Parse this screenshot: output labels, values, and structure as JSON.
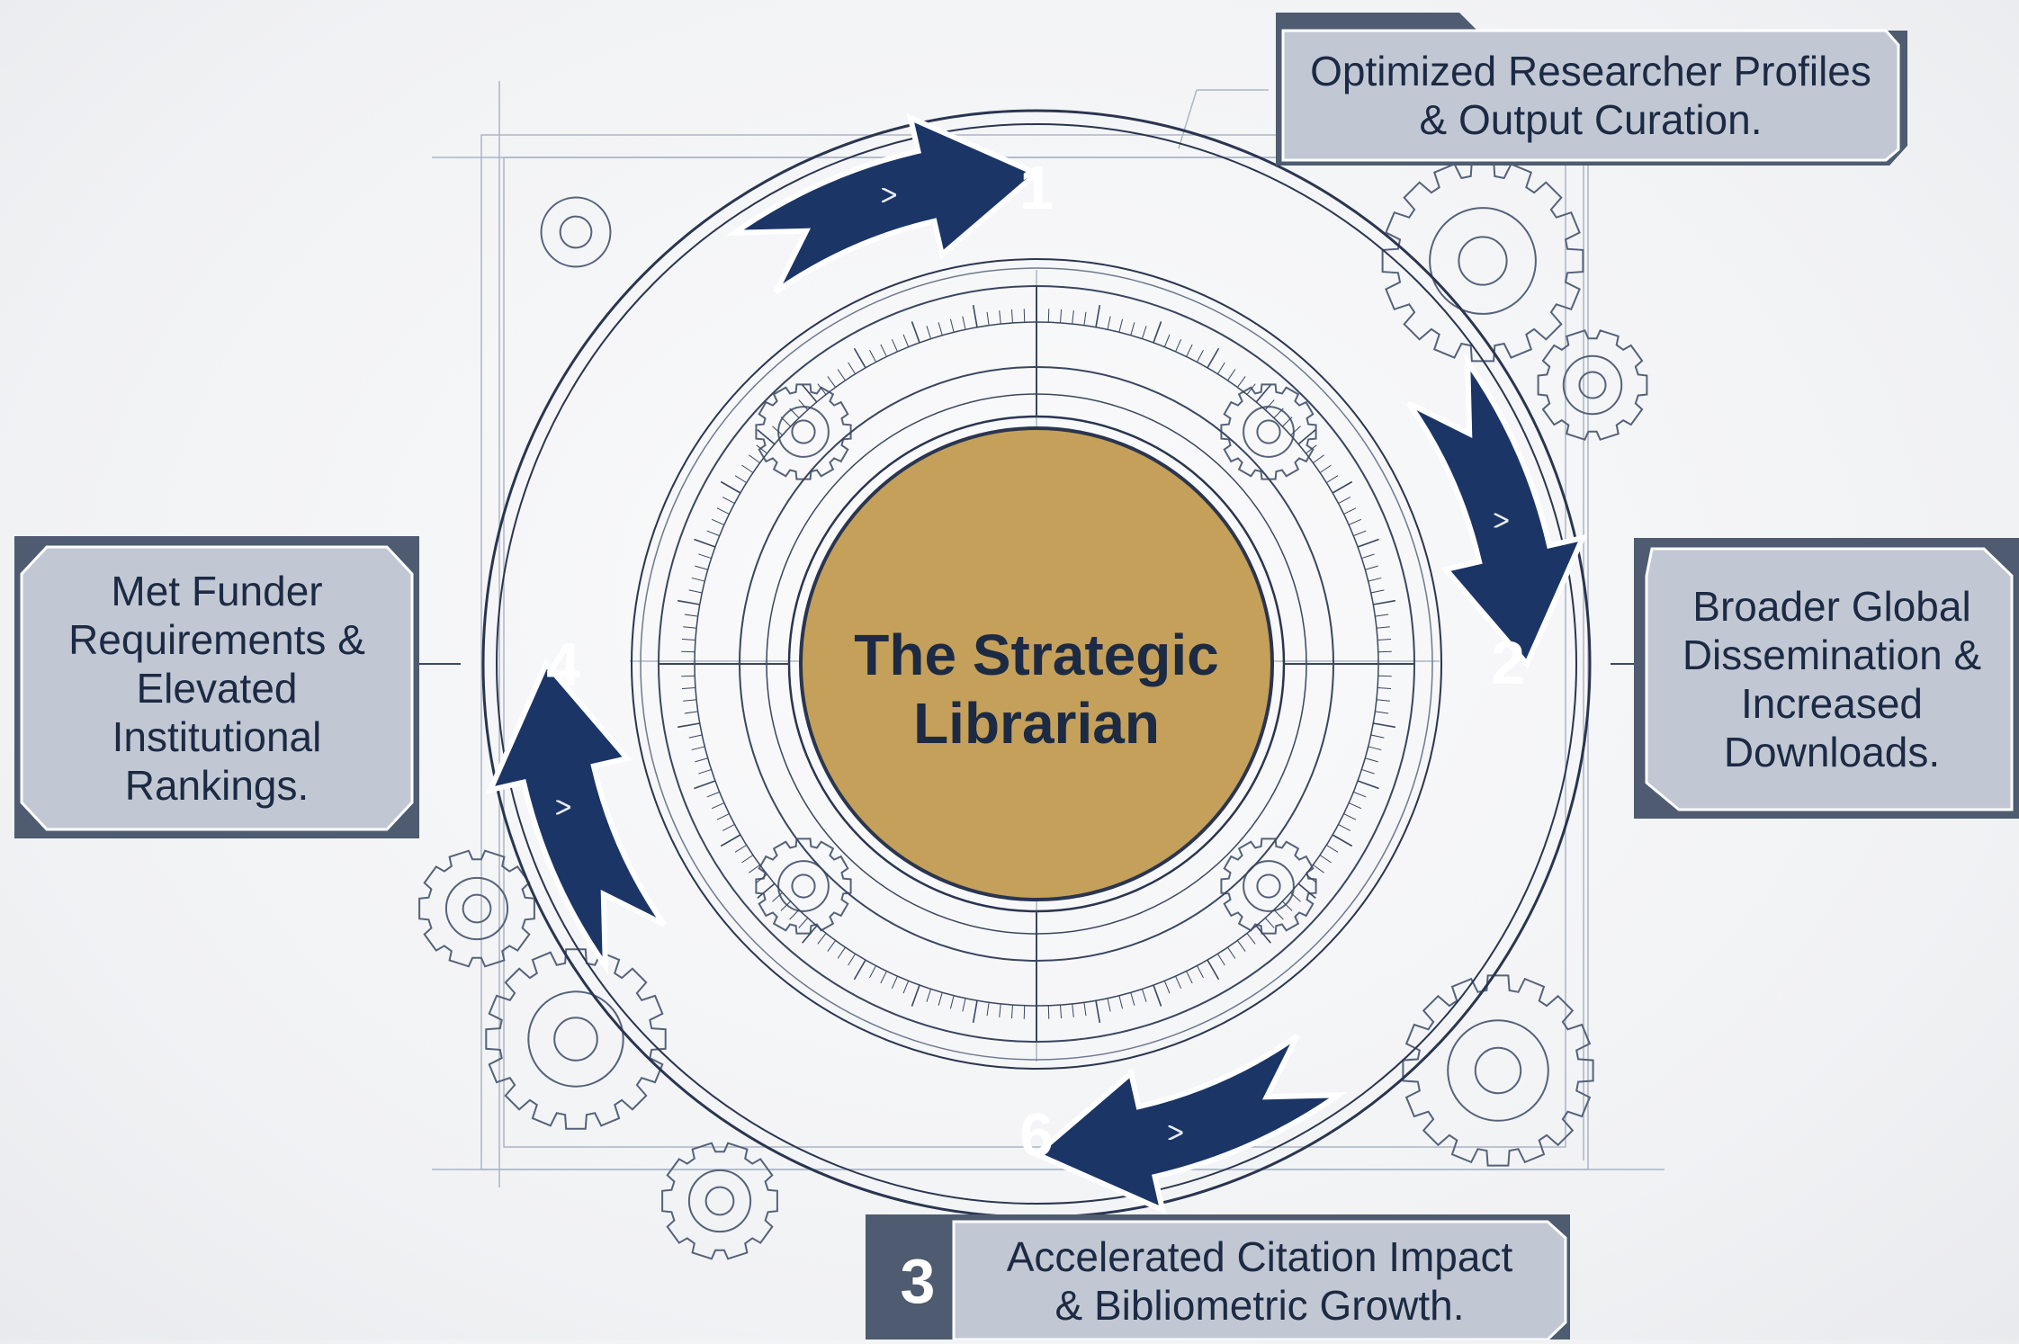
{
  "center": {
    "title": "The Strategic\nLibrarian"
  },
  "steps": [
    {
      "number": "1",
      "callout": "Optimized Researcher Profiles\n& Output Curation."
    },
    {
      "number": "2",
      "callout": "Broader Global\nDissemination &\nIncreased\nDownloads."
    },
    {
      "number": "6",
      "callout_number": "3",
      "callout": "Accelerated Citation Impact\n& Bibliometric Growth."
    },
    {
      "number": "4",
      "callout": "Met Funder\nRequirements &\nElevated\nInstitutional\nRankings."
    }
  ],
  "colors": {
    "navy": "#1b3566",
    "gold": "#c4a05a",
    "slate": "#4e5b70",
    "callout_fill": "#c2c8d3",
    "line": "#3a4a66"
  }
}
